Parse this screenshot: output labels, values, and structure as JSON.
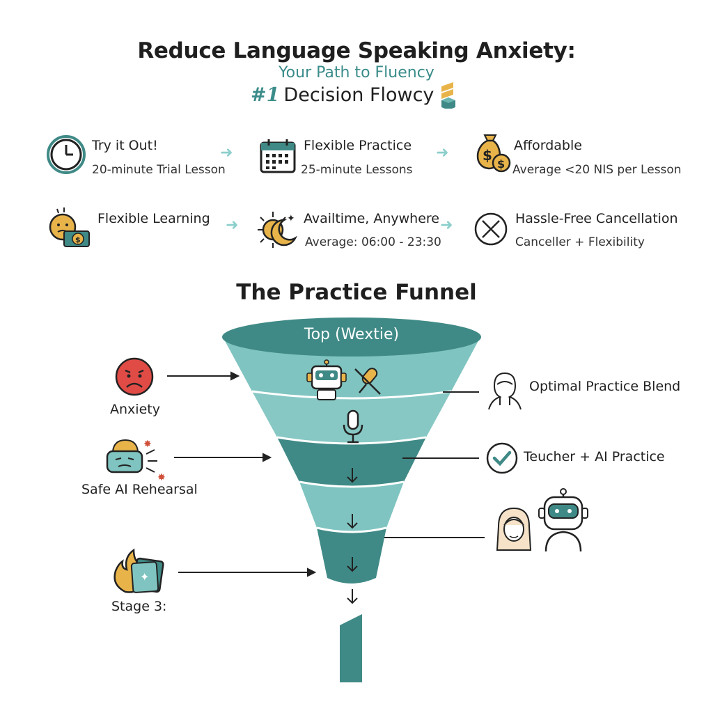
{
  "header": {
    "title": "Reduce Language Speaking Anxiety:",
    "subtitle": "Your Path to Fluency",
    "subtitle2_hash": "#1",
    "subtitle2_text": "Decision Flowcy"
  },
  "features_row1": [
    {
      "title": "Try it Out!",
      "sub": "20-minute Trial Lesson",
      "icon": "clock-icon"
    },
    {
      "title": "Flexible Practice",
      "sub": "25-minute Lessons",
      "icon": "calendar-icon"
    },
    {
      "title": "Affordable",
      "sub": "Average <20 NIS per Lesson",
      "icon": "money-bag-icon"
    }
  ],
  "features_row2": [
    {
      "title": "Flexible Learning",
      "sub": "",
      "icon": "smiley-money-icon"
    },
    {
      "title": "Availtime, Anywhere",
      "sub": "Average: 06:00 - 23:30",
      "icon": "sun-moon-icon"
    },
    {
      "title": "Hassle-Free Cancellation",
      "sub": "Canceller + Flexibility",
      "icon": "cancel-circle-icon"
    }
  ],
  "funnel": {
    "title": "The Practice Funnel",
    "top_label": "Top (Wextie)",
    "left_labels": [
      "Anxiety",
      "Safe AI Rehearsal",
      "Stage 3:"
    ],
    "right_labels": [
      "Optimal Practice Blend",
      "Teucher + AI Practice"
    ]
  },
  "colors": {
    "teal_dark": "#3f8a86",
    "teal_light": "#7fc4c0",
    "teal_accent": "#3a8c8a"
  }
}
